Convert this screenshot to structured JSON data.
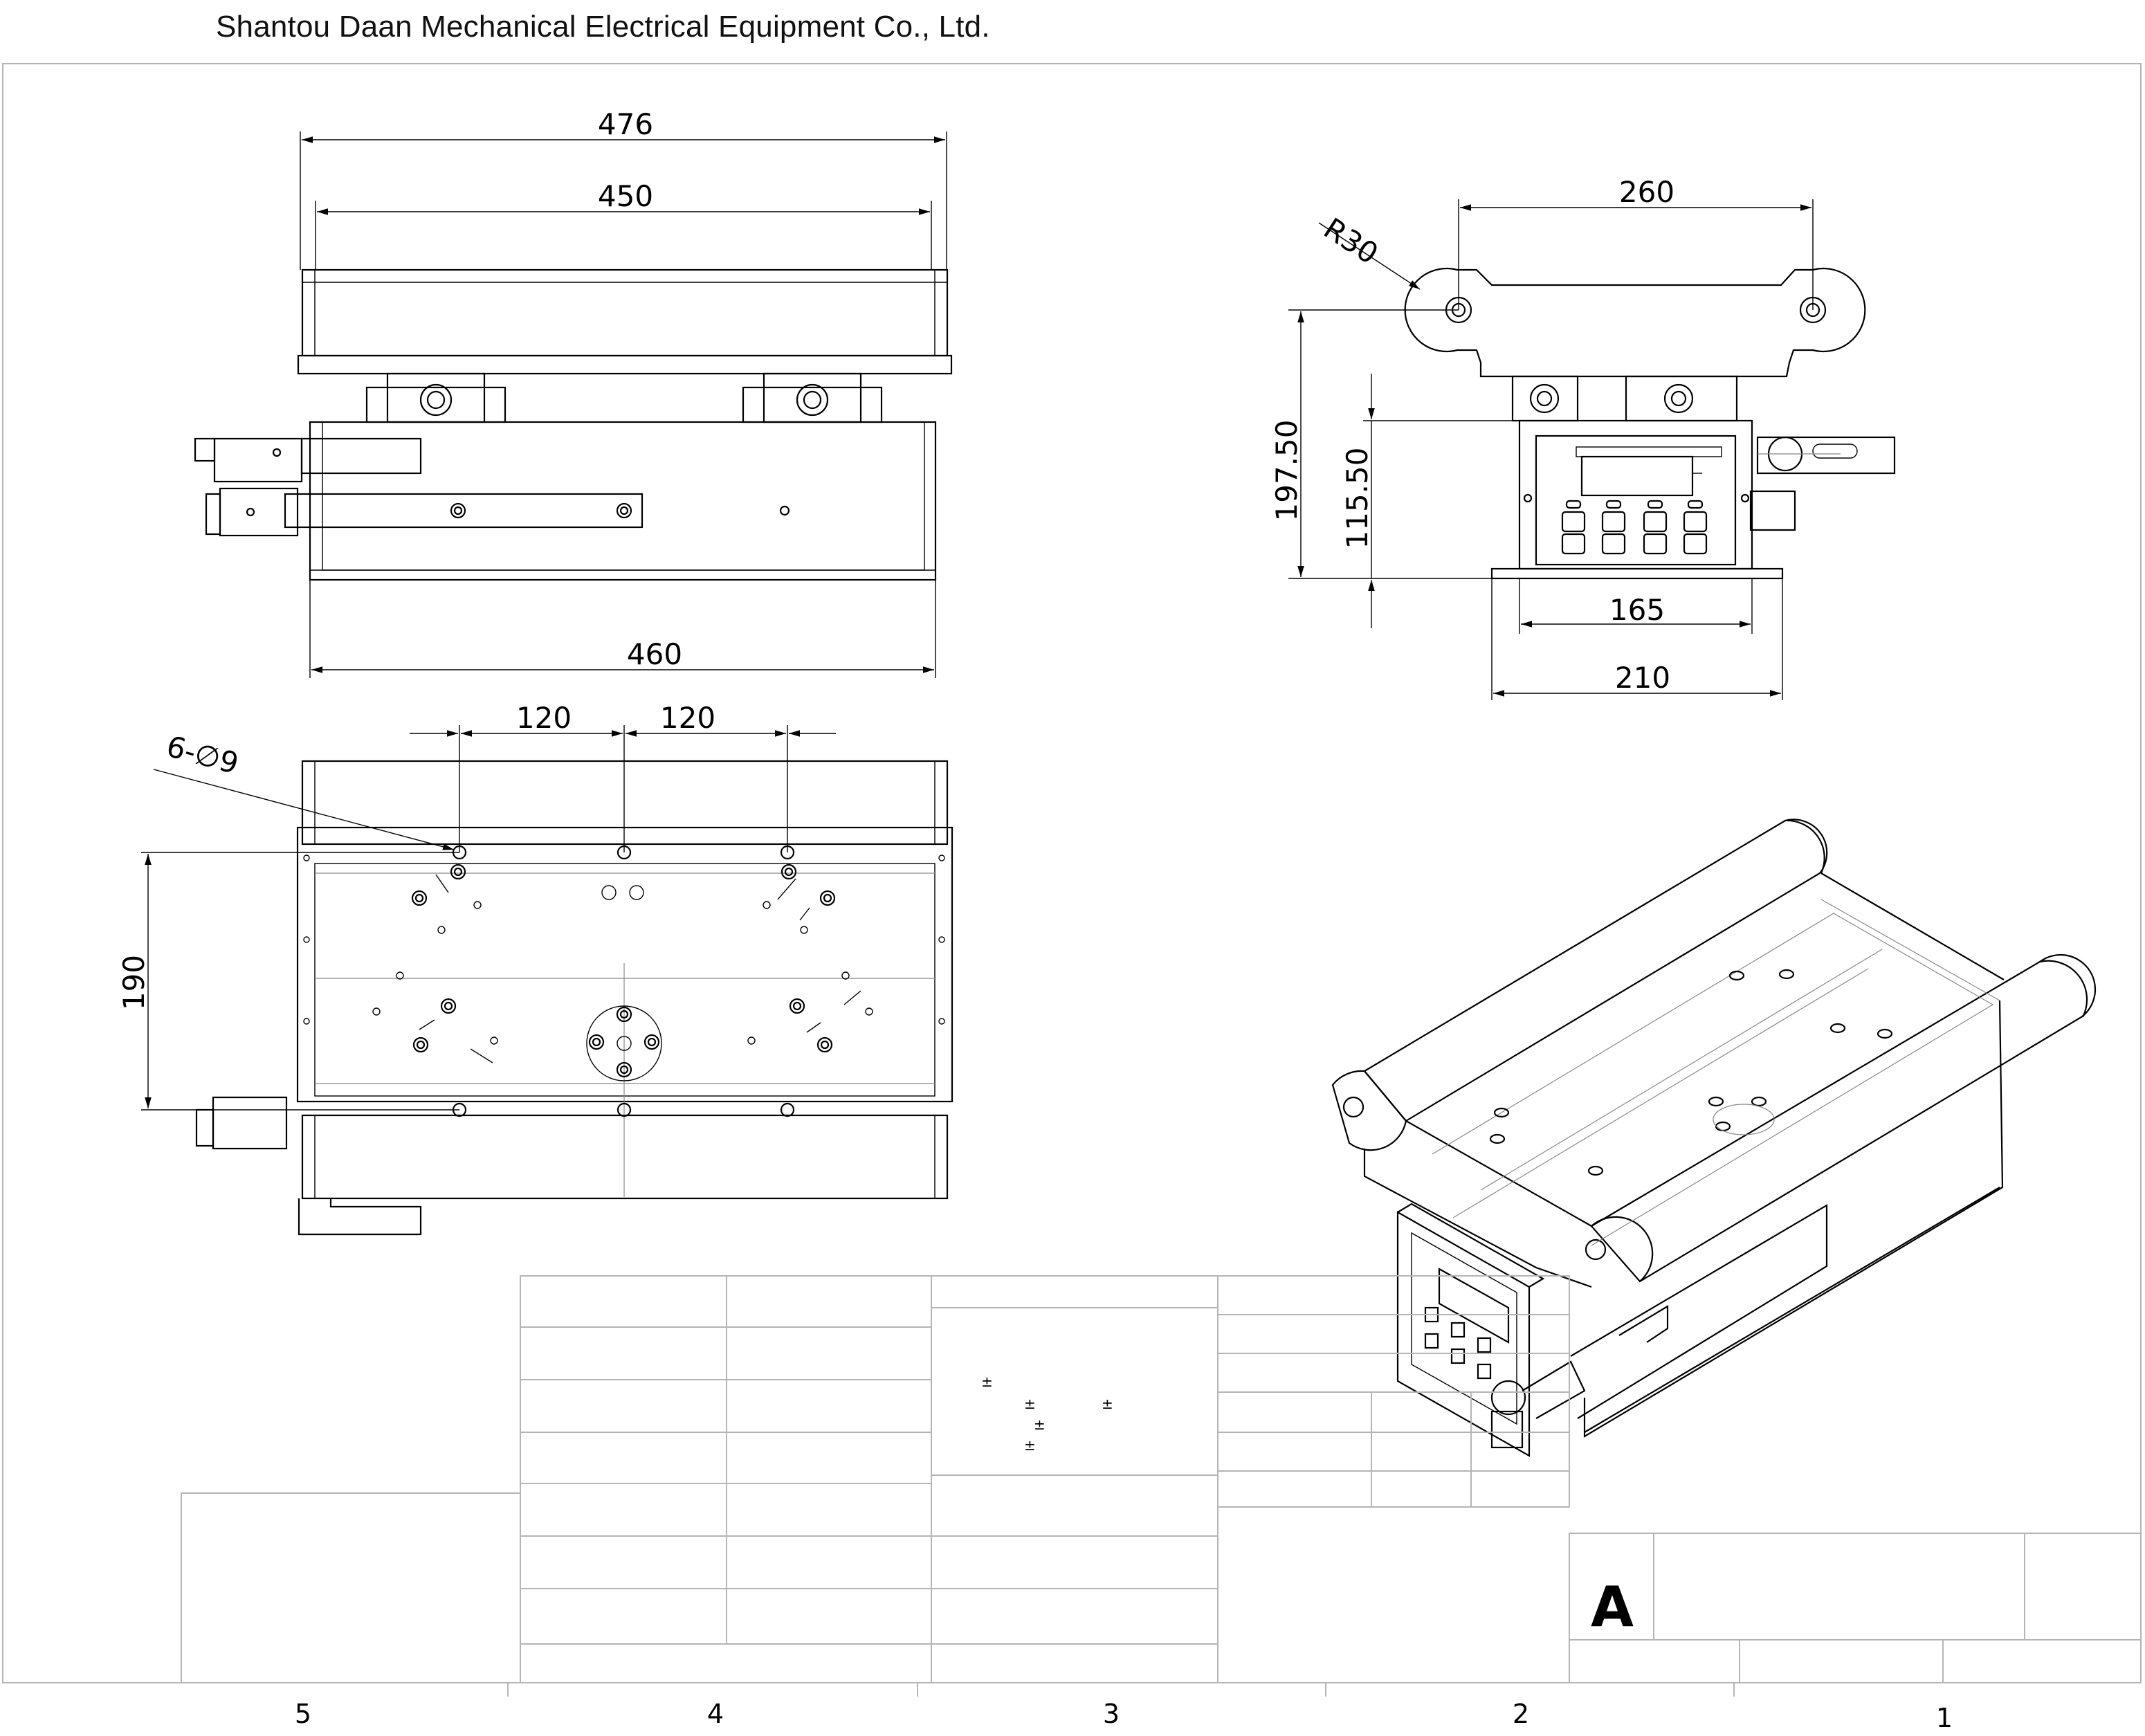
{
  "company": "Shantou Daan Mechanical Electrical Equipment Co., Ltd.",
  "dimensions": {
    "front_overall": "476",
    "front_roller_span": "450",
    "front_base_length": "460",
    "top_hole_pitch_left": "120",
    "top_hole_pitch_right": "120",
    "top_hole_callout": "6-∅9",
    "top_hole_span_vertical": "190",
    "side_roller_pitch": "260",
    "side_roller_radius": "R30",
    "side_total_height": "197.50",
    "side_box_height": "115.50",
    "side_box_width": "165",
    "side_base_width": "210"
  },
  "title_block": {
    "size_letter": "A",
    "tolerance_marks": [
      "±",
      "±",
      "±",
      "±",
      "±"
    ]
  },
  "zones": [
    "5",
    "4",
    "3",
    "2",
    "1"
  ]
}
